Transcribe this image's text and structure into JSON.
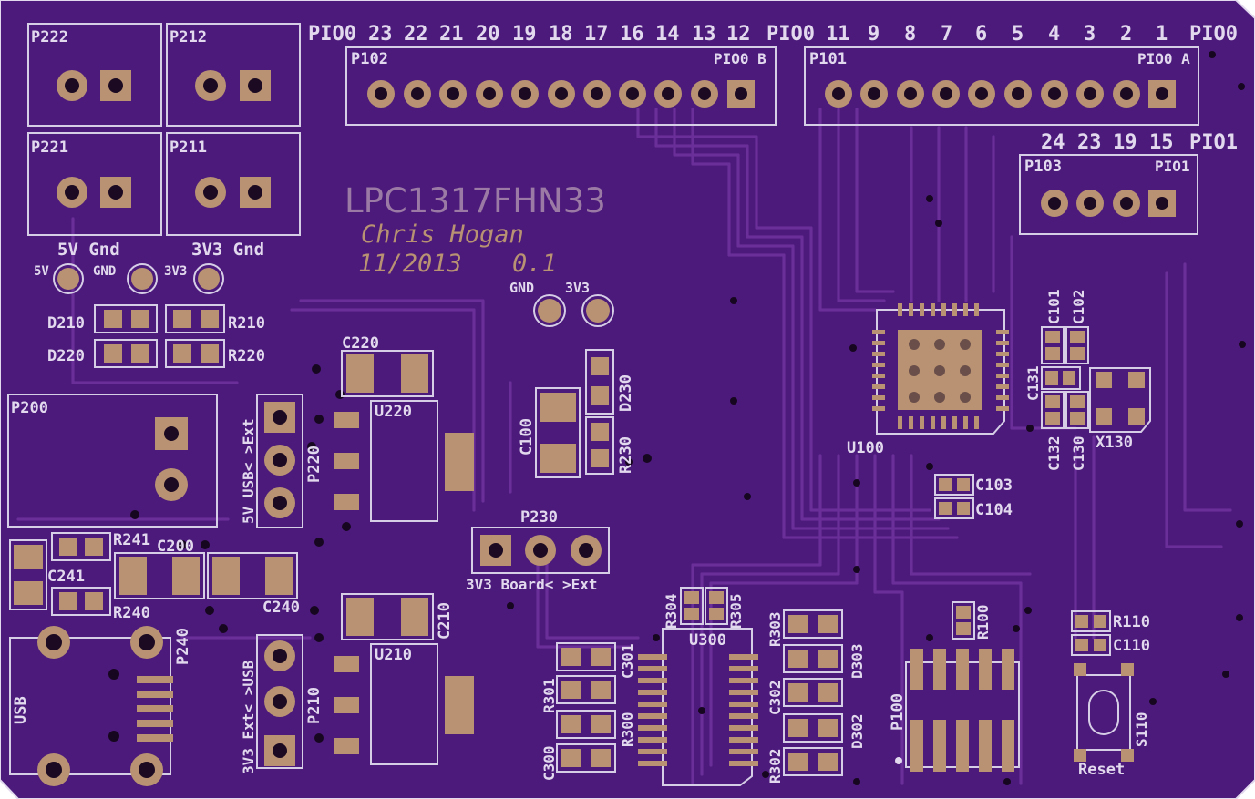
{
  "board": {
    "title": "LPC1317FHN33",
    "author": "Chris Hogan",
    "date": "11/2013",
    "version": "0.1"
  },
  "colors": {
    "board": "#4b1a7b",
    "copper": "#5e2a8f",
    "silk": "#e2d9ee",
    "pad": "#b89272",
    "author_text": "#b89272",
    "title_text": "#9b7aa5"
  },
  "headers": {
    "pio0_left_label": "PIO0",
    "pio0_mid_label": "PIO0",
    "pio0_right_label": "PIO0",
    "pio0_b_pins": [
      "23",
      "22",
      "21",
      "20",
      "19",
      "18",
      "17",
      "16",
      "14",
      "13",
      "12"
    ],
    "pio0_a_pins": [
      "11",
      "9",
      "8",
      "7",
      "6",
      "5",
      "4",
      "3",
      "2",
      "1"
    ],
    "p102": "P102",
    "p102_sub": "PIO0 B",
    "p101": "P101",
    "p101_sub": "PIO0 A",
    "pio1_pins": [
      "24",
      "23",
      "19",
      "15"
    ],
    "pio1_label": "PIO1",
    "p103": "P103",
    "p103_sub": "PIO1"
  },
  "power": {
    "p222": "P222",
    "p212": "P212",
    "p221": "P221",
    "p211": "P211",
    "label_5v_gnd": "5V Gnd",
    "label_3v3_gnd": "3V3 Gnd",
    "tp_5v": "5V",
    "tp_gnd": "GND",
    "tp_3v3": "3V3",
    "tp2_gnd": "GND",
    "tp2_3v3": "3V3"
  },
  "components": {
    "d210": "D210",
    "r210": "R210",
    "d220": "D220",
    "r220": "R220",
    "c220": "C220",
    "u220": "U220",
    "p220": "P220",
    "p220_label": "5V USB< >Ext",
    "c100": "C100",
    "d230": "D230",
    "r230": "R230",
    "p200": "P200",
    "r241": "R241",
    "c200": "C200",
    "c241": "C241",
    "r240": "R240",
    "c240": "C240",
    "p230": "P230",
    "p230_label": "3V3 Board< >Ext",
    "c210": "C210",
    "u210": "U210",
    "p210": "P210",
    "p210_label": "3V3 Ext< >USB",
    "p240": "P240",
    "usb": "USB",
    "u100": "U100",
    "c101": "C101",
    "c102": "C102",
    "c131": "C131",
    "c132": "C132",
    "c130": "C130",
    "x130": "X130",
    "c103": "C103",
    "c104": "C104",
    "r304": "R304",
    "r305": "R305",
    "u300": "U300",
    "r303": "R303",
    "d303": "D303",
    "c302": "C302",
    "d302": "D302",
    "r302": "R302",
    "r301": "R301",
    "c301": "C301",
    "r300": "R300",
    "c300": "C300",
    "r100": "R100",
    "p100": "P100",
    "r110": "R110",
    "c110": "C110",
    "s110": "S110",
    "reset": "Reset"
  }
}
